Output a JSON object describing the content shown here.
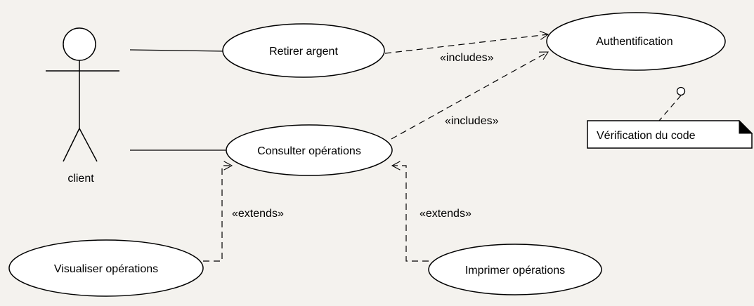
{
  "diagram": {
    "actor": {
      "name": "client"
    },
    "use_cases": {
      "retirer_argent": "Retirer argent",
      "authentification": "Authentification",
      "consulter_operations": "Consulter opérations",
      "visualiser_operations": "Visualiser opérations",
      "imprimer_operations": "Imprimer opérations"
    },
    "relations": {
      "includes_retirer": "«includes»",
      "includes_consulter": "«includes»",
      "extends_visualiser": "«extends»",
      "extends_imprimer": "«extends»"
    },
    "note": {
      "text": "Vérification du code"
    }
  },
  "colors": {
    "background": "#f4f2ee",
    "ellipse_fill": "#ffffff",
    "stroke": "#000000"
  }
}
